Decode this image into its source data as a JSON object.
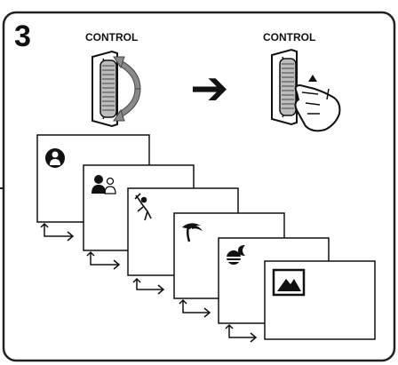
{
  "step_number": "3",
  "left_control_label": "CONTROL",
  "right_control_label": "CONTROL",
  "arrow_glyph": "➔",
  "modes": [
    {
      "icon": "auto-mode-icon"
    },
    {
      "icon": "portrait-mode-icon"
    },
    {
      "icon": "sports-golfer-icon"
    },
    {
      "icon": "beach-palm-icon"
    },
    {
      "icon": "sunset-moon-icon"
    },
    {
      "icon": "landscape-mountain-icon"
    }
  ]
}
